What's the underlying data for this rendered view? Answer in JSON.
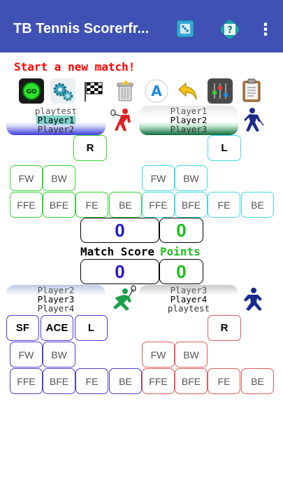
{
  "app": {
    "title": "TB Tennis Scorerfr...",
    "colors": {
      "appbar": "#3f51b5",
      "message": "#ff0000",
      "score_blue": "#2019d8",
      "score_green": "#16c016",
      "points_label": "#1ec21e"
    }
  },
  "toolbar": {
    "icons": [
      "dice-icon",
      "help-icon",
      "more-vert-icon"
    ],
    "overflow": "⋮",
    "help": "?"
  },
  "message": "Start a new match!",
  "tools": {
    "go_label": "GO",
    "a_label": "A",
    "icons": [
      "go-button-icon",
      "settings-gears-icon",
      "checkered-flag-icon",
      "trash-can-icon",
      "font-a-icon",
      "undo-arrow-icon",
      "equalizer-icon",
      "clipboard-icon"
    ]
  },
  "top": {
    "left_picker": [
      "playtest",
      "Player1",
      "Player2"
    ],
    "right_picker": [
      "Player1",
      "Player2",
      "Player3"
    ],
    "left_side": "R",
    "right_side": "L",
    "row1": [
      "FW",
      "BW"
    ],
    "row2": [
      "FFE",
      "BFE",
      "FE",
      "BE"
    ]
  },
  "scores": {
    "top_left": "0",
    "top_right": "0",
    "match_score_label": "Match Score",
    "points_label": "Points",
    "bottom_left": "0",
    "bottom_right": "0"
  },
  "bottom": {
    "left_picker": [
      "Player2",
      "Player3",
      "Player4"
    ],
    "right_picker": [
      "Player3",
      "Player4",
      "playtest"
    ],
    "sf": "SF",
    "ace": "ACE",
    "left_side": "L",
    "right_side": "R",
    "row1": [
      "FW",
      "BW"
    ],
    "row2": [
      "FFE",
      "BFE",
      "FE",
      "BE"
    ]
  }
}
